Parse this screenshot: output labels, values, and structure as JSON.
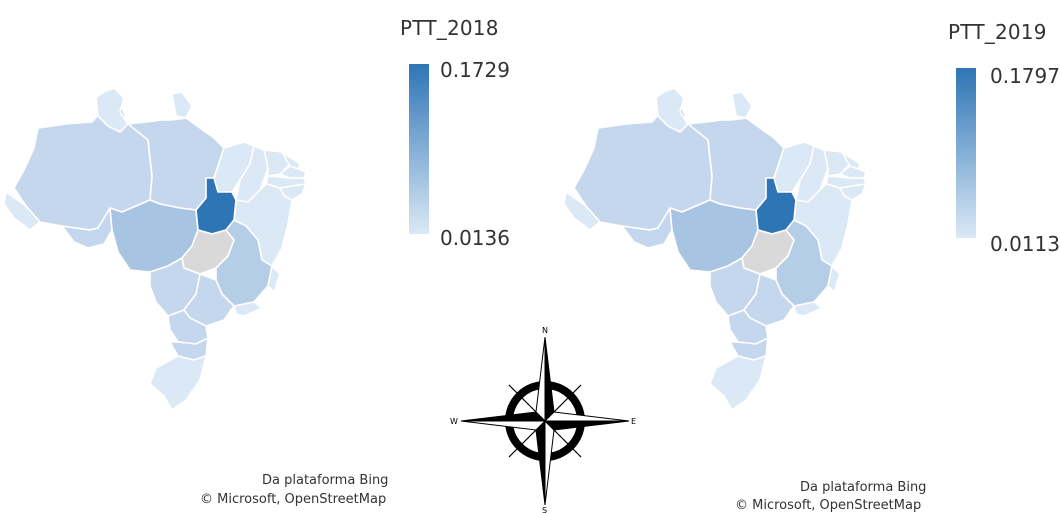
{
  "maps": [
    {
      "legend_title": "PTT_2018",
      "legend_max": "0.1729",
      "legend_min": "0.0136",
      "attribution_line1": "Da plataforma Bing",
      "attribution_line2": "© Microsoft, OpenStreetMap",
      "highlight_color": "#2e75b6",
      "light_color": "#dbe8f5",
      "null_color": "#d9d9d9"
    },
    {
      "legend_title": "PTT_2019",
      "legend_max": "0.1797",
      "legend_min": "0.0113",
      "attribution_line1": "Da plataforma Bing",
      "attribution_line2": "© Microsoft, OpenStreetMap",
      "highlight_color": "#2e75b6",
      "light_color": "#dbe8f5",
      "null_color": "#d9d9d9"
    }
  ],
  "compass": {
    "n": "N",
    "s": "S",
    "e": "E",
    "w": "W"
  }
}
